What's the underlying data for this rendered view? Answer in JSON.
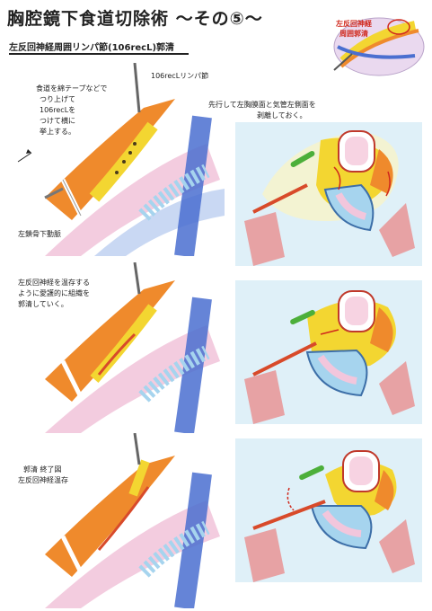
{
  "header": {
    "title": "胸腔鏡下食道切除術 ～その⑤～",
    "subtitle": "左反回神経周囲リンパ節(106recL)郭清"
  },
  "inset": {
    "label_line1": "左反回神経",
    "label_line2": "周囲郭清"
  },
  "step1": {
    "note_lines": [
      "食道を綿テープなどで",
      "つり上げて",
      "106recLを",
      "つけて横に",
      "挙上する。"
    ],
    "node_label": "106recLリンパ節",
    "artery_label": "左鎖骨下動脈",
    "right_note_lines": [
      "先行して左胸膜面と気管左側面を",
      "剥離しておく。"
    ]
  },
  "step2": {
    "note_lines": [
      "左反回神経を温存する",
      "ように愛護的に組織を",
      "郭清していく。"
    ]
  },
  "step3": {
    "note_lines": [
      "郭清 終了図",
      "左反回神経温存"
    ]
  },
  "colors": {
    "tissue_orange": "#ef8a2c",
    "fat_yellow": "#f3d631",
    "membrane_pink": "#f2c6dc",
    "vessel_blue": "#4a6fd0",
    "trachea_blue": "#a6d4ee",
    "nerve_green": "#4caf3a",
    "artery_red": "#d84a2a",
    "panel_bg": "#dff0f8"
  }
}
